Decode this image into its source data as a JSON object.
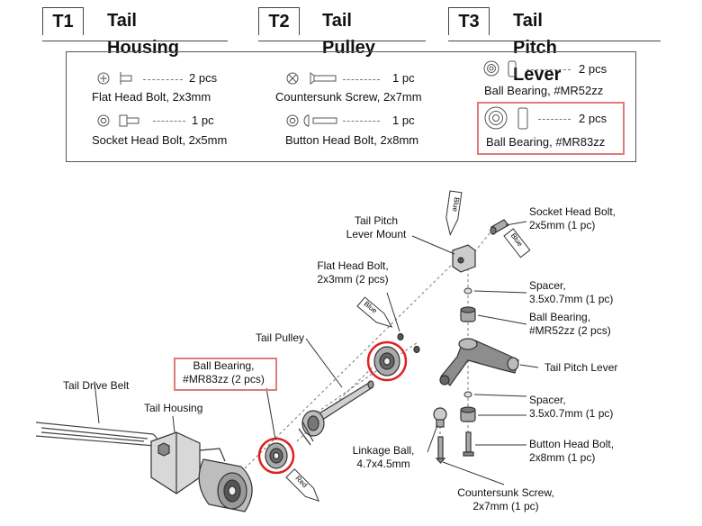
{
  "headers": [
    {
      "code": "T1",
      "title": "Tail Housing"
    },
    {
      "code": "T2",
      "title": "Tail Pulley"
    },
    {
      "code": "T3",
      "title": "Tail Pitch Lever"
    }
  ],
  "parts": [
    {
      "name": "Flat Head Bolt, 2x3mm",
      "qty": "2 pcs",
      "icon": "flat-head-bolt-icon"
    },
    {
      "name": "Socket Head Bolt, 2x5mm",
      "qty": "1 pc",
      "icon": "socket-head-bolt-icon"
    },
    {
      "name": "Countersunk Screw, 2x7mm",
      "qty": "1 pc",
      "icon": "countersunk-screw-icon"
    },
    {
      "name": "Button Head Bolt, 2x8mm",
      "qty": "1 pc",
      "icon": "button-head-bolt-icon"
    },
    {
      "name": "Ball Bearing, #MR52zz",
      "qty": "2 pcs",
      "icon": "ball-bearing-icon"
    },
    {
      "name": "Ball Bearing, #MR83zz",
      "qty": "2 pcs",
      "icon": "ball-bearing-icon"
    }
  ],
  "labels": {
    "tail_pitch_lever_mount": [
      "Tail Pitch",
      "Lever Mount"
    ],
    "socket_head_bolt": [
      "Socket Head Bolt,",
      "2x5mm (1 pc)"
    ],
    "flat_head_bolt": [
      "Flat Head Bolt,",
      "2x3mm (2 pcs)"
    ],
    "spacer_top": [
      "Spacer,",
      "3.5x0.7mm (1 pc)"
    ],
    "tail_pulley": "Tail Pulley",
    "ball_bearing_mr52": [
      "Ball Bearing,",
      "#MR52zz (2 pcs)"
    ],
    "ball_bearing_mr83": [
      "Ball Bearing,",
      "#MR83zz (2 pcs)"
    ],
    "tail_pitch_lever": "Tail Pitch Lever",
    "tail_drive_belt": "Tail Drive Belt",
    "tail_housing": "Tail Housing",
    "spacer_bottom": [
      "Spacer,",
      "3.5x0.7mm (1 pc)"
    ],
    "linkage_ball": [
      "Linkage Ball,",
      "4.7x4.5mm"
    ],
    "button_head_bolt": [
      "Button Head Bolt,",
      "2x8mm (1 pc)"
    ],
    "countersunk_screw": [
      "Countersunk Screw,",
      "2x7mm (1 pc)"
    ]
  },
  "threadlock_tags": [
    "Blue",
    "Blue",
    "Blue",
    "Red"
  ],
  "colors": {
    "highlight_box": "#e07b7b",
    "circle": "#e02020",
    "line": "#444444"
  }
}
